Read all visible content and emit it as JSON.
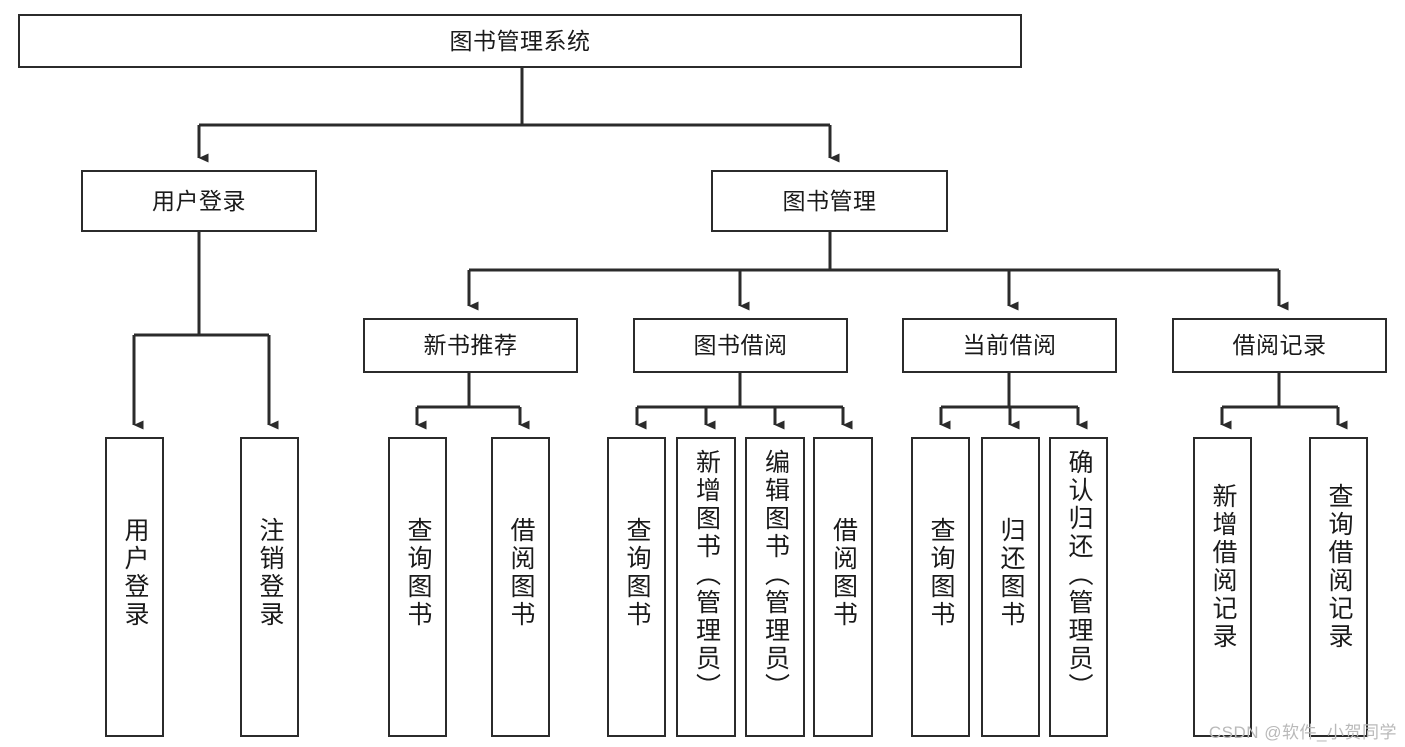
{
  "diagram": {
    "title": "图书管理系统",
    "type": "tree",
    "colors": {
      "box_border": "#2b2b2b",
      "box_fill": "#ffffff",
      "connector": "#2b2b2b",
      "text": "#1a1a1a",
      "watermark": "#b9b9b9",
      "background": "#ffffff"
    },
    "root": {
      "label": "图书管理系统"
    },
    "level2": [
      {
        "label": "用户登录"
      },
      {
        "label": "图书管理"
      }
    ],
    "level3": [
      {
        "label": "新书推荐"
      },
      {
        "label": "图书借阅"
      },
      {
        "label": "当前借阅"
      },
      {
        "label": "借阅记录"
      }
    ],
    "leaves": {
      "user_login": [
        {
          "label": "用户登录"
        },
        {
          "label": "注销登录"
        }
      ],
      "new_book_recommend": [
        {
          "label": "查询图书"
        },
        {
          "label": "借阅图书"
        }
      ],
      "book_borrow": [
        {
          "label": "查询图书"
        },
        {
          "label": "新增图书（管理员）"
        },
        {
          "label": "编辑图书（管理员）"
        },
        {
          "label": "借阅图书"
        }
      ],
      "current_borrow": [
        {
          "label": "查询图书"
        },
        {
          "label": "归还图书"
        },
        {
          "label": "确认归还（管理员）"
        }
      ],
      "borrow_record": [
        {
          "label": "新增借阅记录"
        },
        {
          "label": "查询借阅记录"
        }
      ]
    },
    "watermark": "CSDN @软件_小贺同学"
  }
}
